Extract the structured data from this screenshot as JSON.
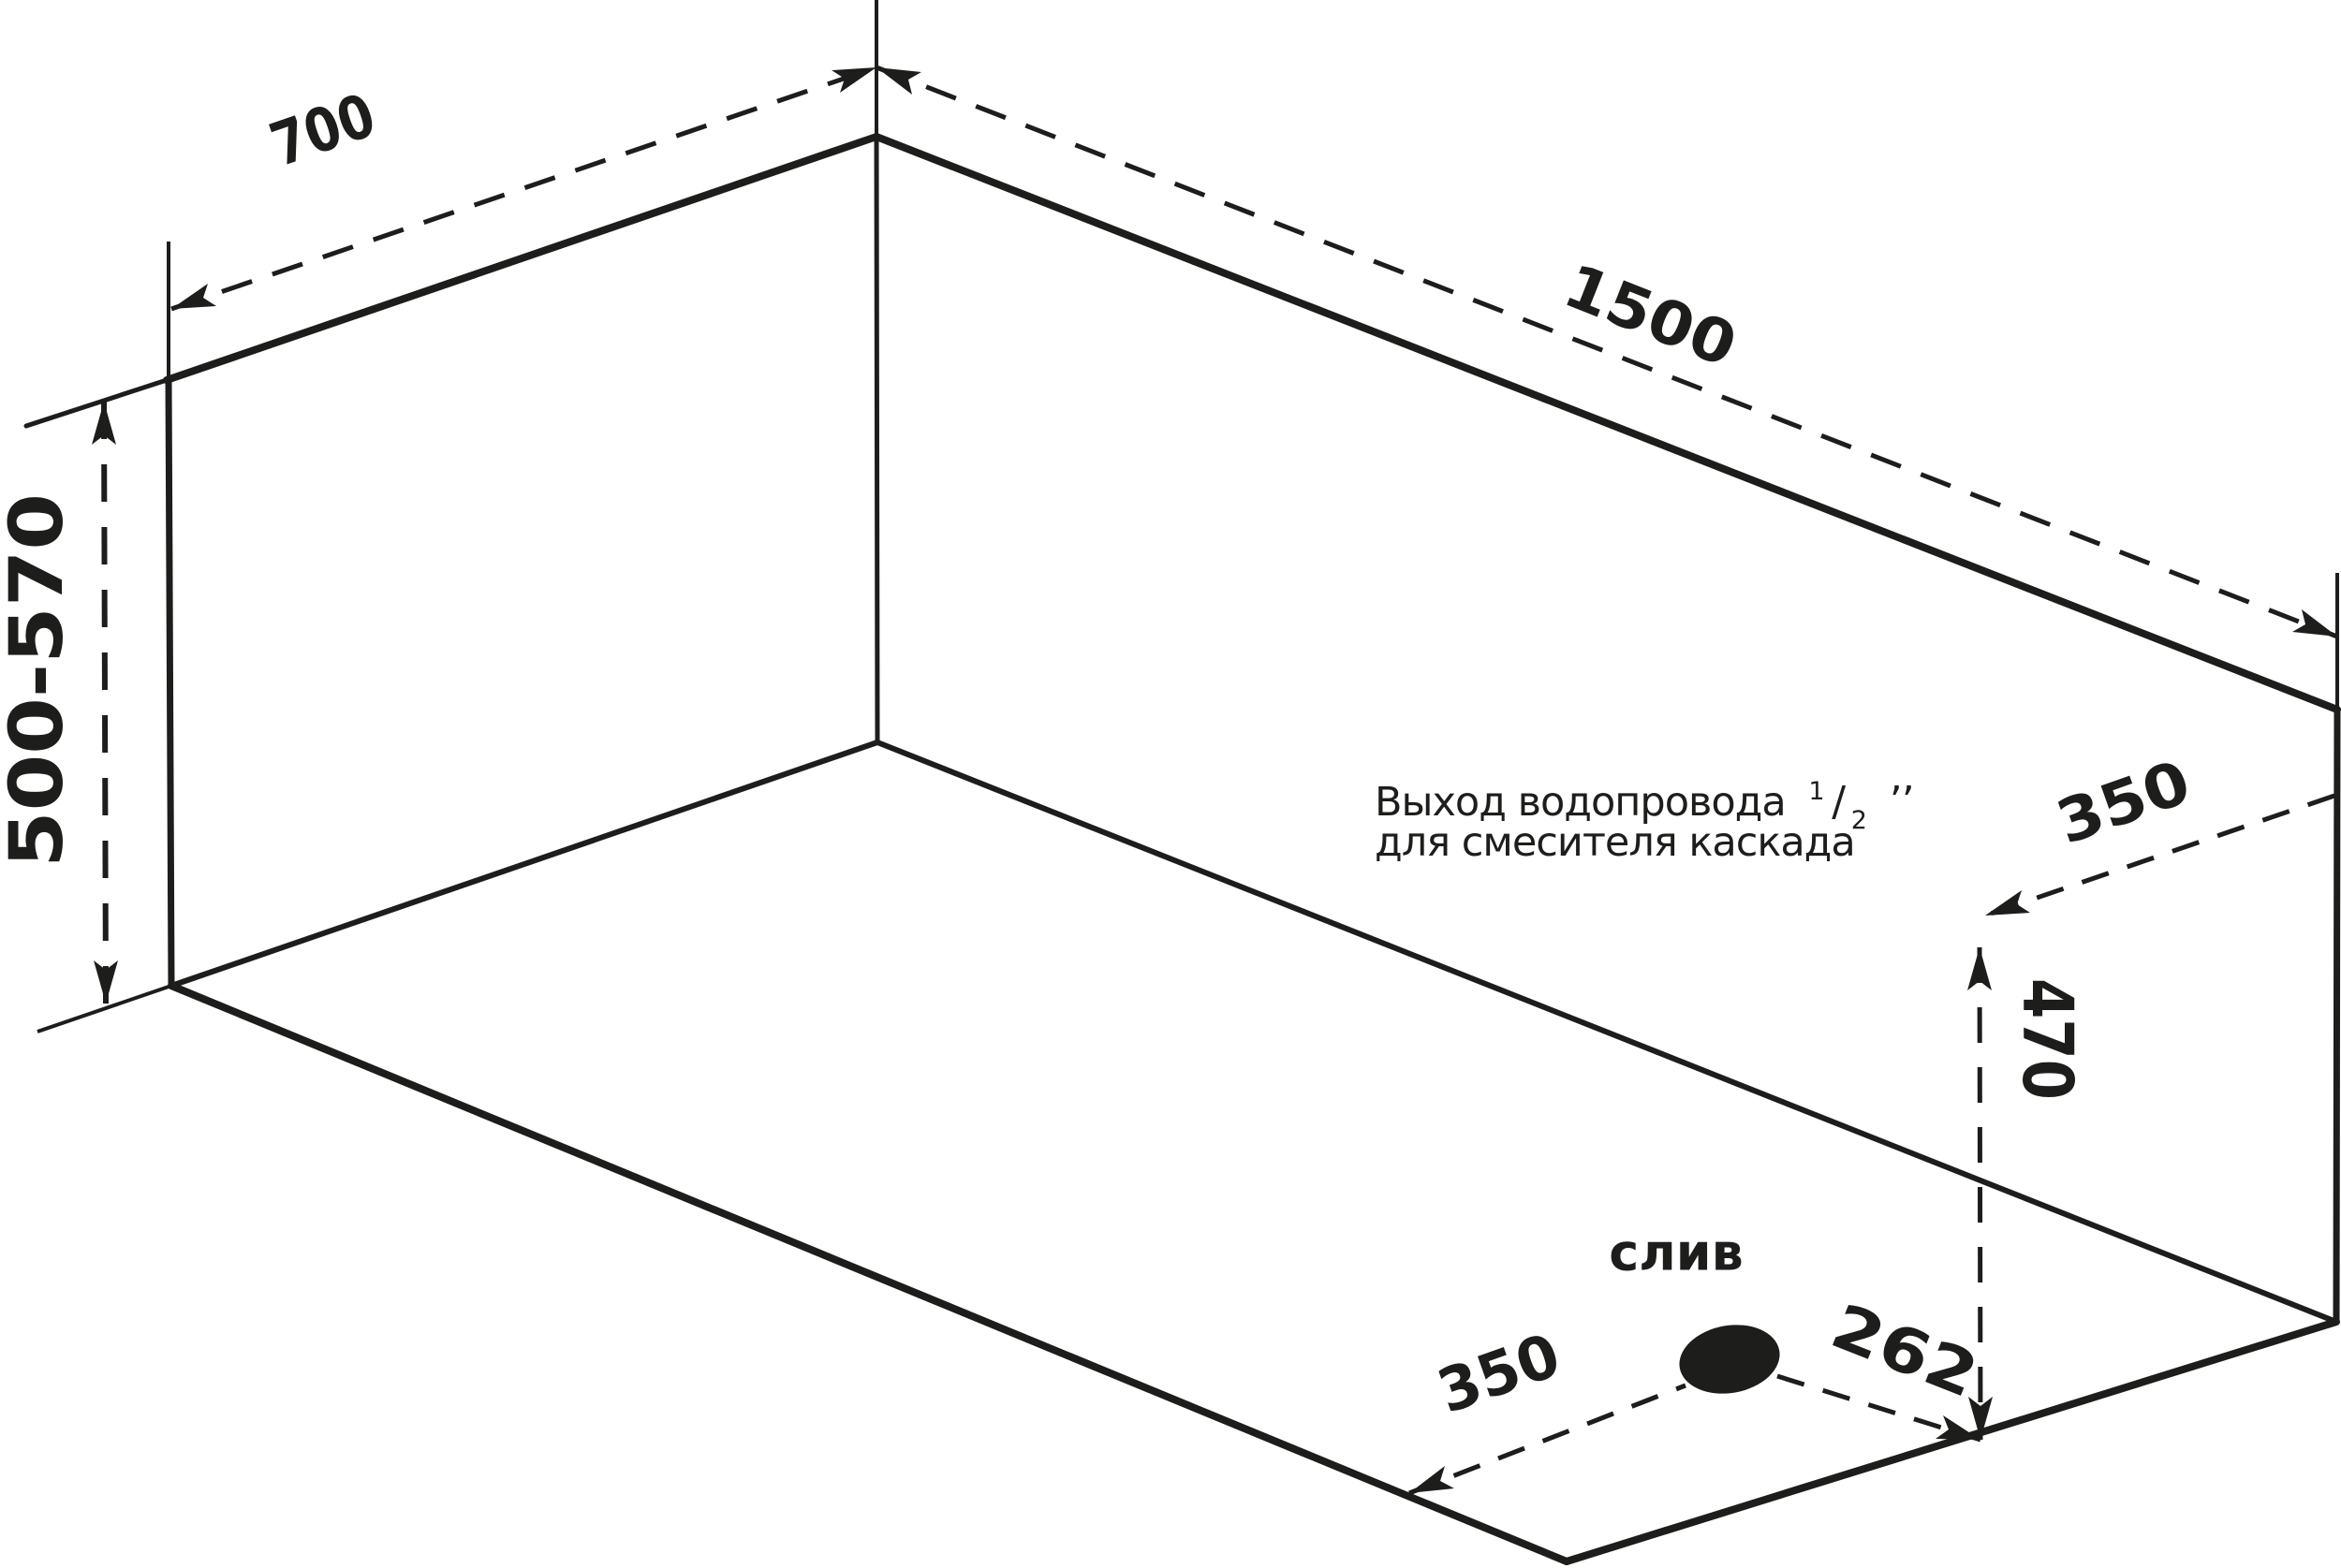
{
  "figure": {
    "title": "bathtub installation diagram",
    "background_color": "#ffffff",
    "line_color": "#1d1d1b"
  },
  "dimensions": {
    "top_width": "700",
    "top_length": "1500",
    "height_range": "500-570",
    "outlet_offset_from_right_wall": "350",
    "outlet_height": "470",
    "drain_offset_front": "350",
    "drain_offset_right": "262"
  },
  "labels": {
    "drain": "слив",
    "annotation_line1_prefix": "Выход водопровода",
    "frac_num": "1",
    "frac_slash": "/",
    "frac_den": "2",
    "quotes": "’’",
    "annotation_line2": "для смесителя каскада"
  }
}
